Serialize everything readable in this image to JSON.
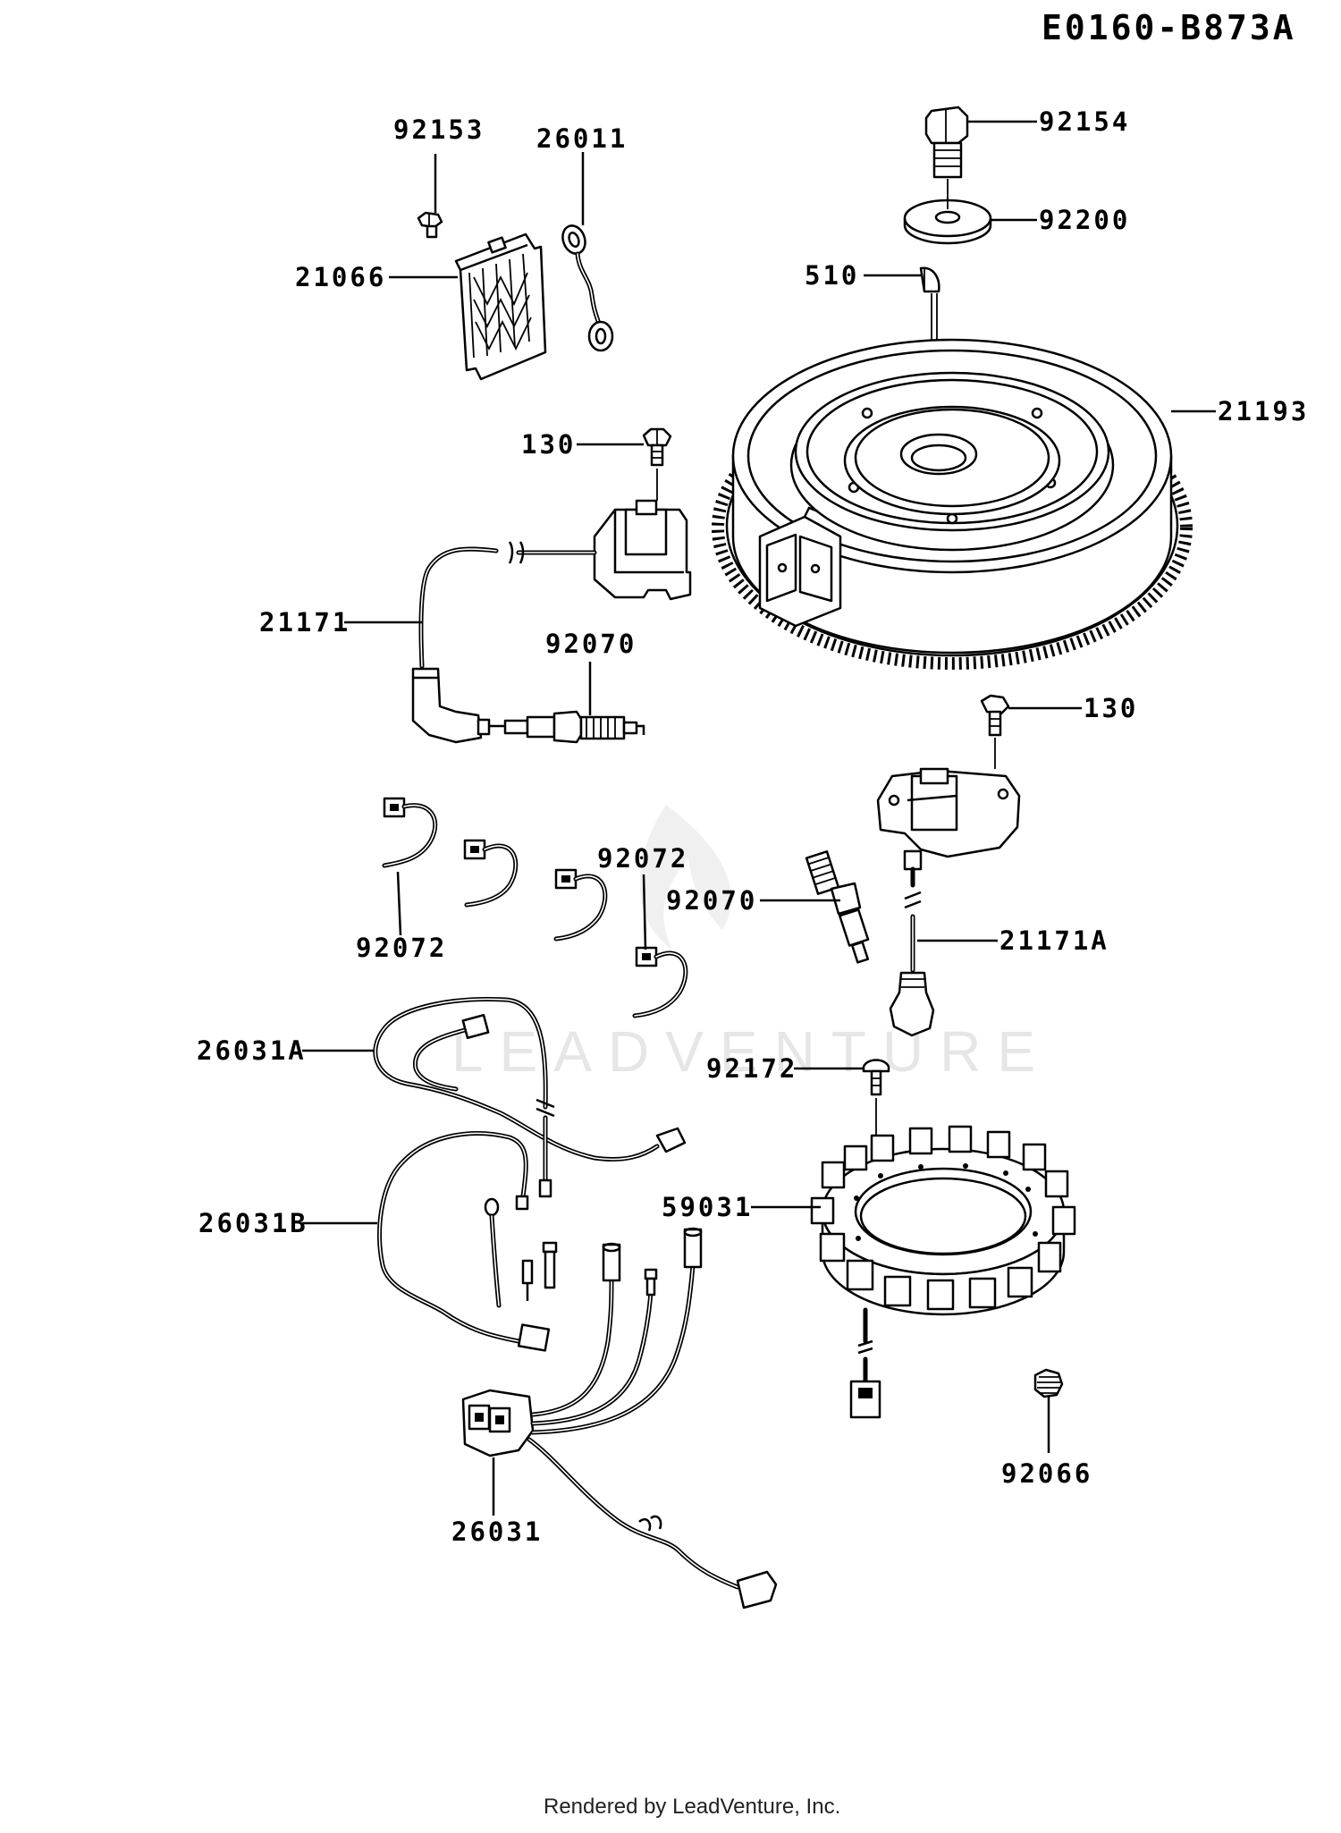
{
  "diagram_id": "E0160-B873A",
  "footer": "Rendered by LeadVenture, Inc.",
  "watermark": "LEADVENTURE",
  "part_labels": {
    "p92154": "92154",
    "p92200": "92200",
    "p92153": "92153",
    "p26011": "26011",
    "p21066": "21066",
    "p510": "510",
    "p21193": "21193",
    "p130a": "130",
    "p21171": "21171",
    "p92070a": "92070",
    "p130b": "130",
    "p92072a": "92072",
    "p92072b": "92072",
    "p92070b": "92070",
    "p21171A": "21171A",
    "p26031A": "26031A",
    "p92172": "92172",
    "p26031B": "26031B",
    "p59031": "59031",
    "p26031": "26031",
    "p92066": "92066"
  }
}
